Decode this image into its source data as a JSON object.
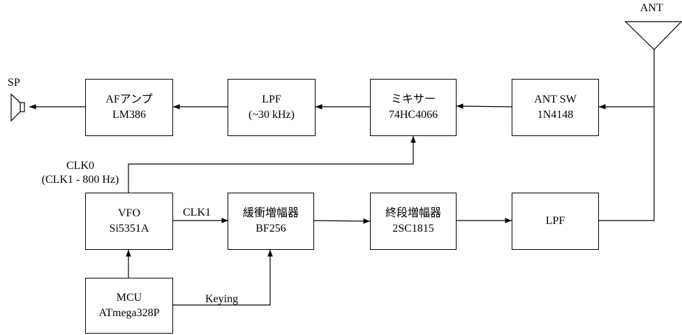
{
  "blocks": {
    "af_amp": {
      "line1": "AFアンプ",
      "line2": "LM386"
    },
    "rx_lpf": {
      "line1": "LPF",
      "line2": "(~30 kHz)"
    },
    "mixer": {
      "line1": "ミキサー",
      "line2": "74HC4066"
    },
    "ant_sw": {
      "line1": "ANT SW",
      "line2": "1N4148"
    },
    "vfo": {
      "line1": "VFO",
      "line2": "Si5351A"
    },
    "buffer": {
      "line1": "緩衝増幅器",
      "line2": "BF256"
    },
    "final": {
      "line1": "終段増幅器",
      "line2": "2SC1815"
    },
    "tx_lpf": {
      "line1": "LPF"
    },
    "mcu": {
      "line1": "MCU",
      "line2": "ATmega328P"
    }
  },
  "labels": {
    "speaker": "SP",
    "antenna": "ANT",
    "clk0_line1": "CLK0",
    "clk0_line2": "(CLK1 - 800 Hz)",
    "clk1": "CLK1",
    "keying": "Keying"
  }
}
